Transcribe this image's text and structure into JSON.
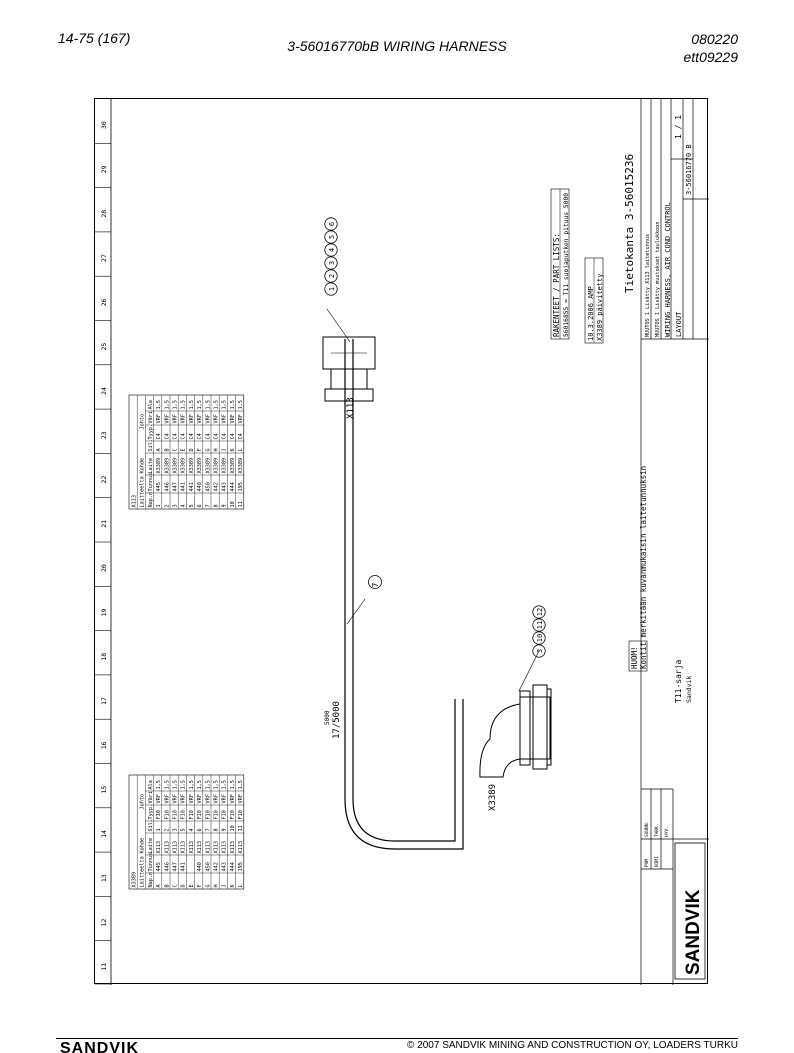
{
  "header": {
    "page_ref": "14-75 (167)",
    "title": "3-56016770bB WIRING HARNESS",
    "date": "080220",
    "doc_code": "ett09229"
  },
  "footer": {
    "copyright": "© 2007 SANDVIK MINING AND CONSTRUCTION OY, LOADERS TURKU",
    "logo_text": "SANDVIK"
  },
  "drawing": {
    "ruler_numbers": [
      "11",
      "12",
      "13",
      "14",
      "15",
      "16",
      "17",
      "18",
      "19",
      "20",
      "21",
      "22",
      "23",
      "24",
      "25",
      "26",
      "27",
      "28",
      "29",
      "30"
    ],
    "connectors": {
      "x113": "X113",
      "x3389": "X3389"
    },
    "cable_length": "17/5000",
    "cable_length_small": "5000",
    "callout_circle_7": "7",
    "callouts_x113": [
      "1",
      "2",
      "3",
      "4",
      "5",
      "6"
    ],
    "callouts_x3389": [
      "3",
      "10",
      "11",
      "12"
    ],
    "note": {
      "title": "HUOM!",
      "text": "Kontit merkitään kuvanmukaisin laitetunnuksin"
    },
    "parts": {
      "title": "RAKENTEET / PART LISTS:",
      "line1": "56016855 = T11 suojaputken pituus 5000"
    },
    "amp": {
      "line1": "10.3.2006 AMP",
      "line2": "X3389 päivitetty"
    },
    "db": "Tietokanta 3-56015236",
    "series": {
      "line1": "T11-sarja",
      "line2": "Sandvik"
    },
    "logo": "SANDVIK",
    "title_block": {
      "name": "WIRING HARNESS, AIR COND CONTROL",
      "layout": "LAYOUT",
      "sheet": "1 / 1",
      "number": "3-56016770 B",
      "rev1": "MUUTOS 1  Lisätty X113 laitetunnus",
      "rev2": "MUUTOS 1  Lisätty muutokset taulukkoon",
      "small_cells": [
        "SUUNN.",
        "TARK.",
        "HYV.",
        "PVM",
        "NIMI"
      ]
    },
    "table_x113": {
      "title": "X113",
      "group_from": "Laitteelta",
      "group_to": "Kohde",
      "group_wire": "Johto",
      "columns": [
        "Nap.n",
        "Tunnus",
        "Laite",
        "Sil.",
        "Tyyp.",
        "Väri",
        "Ala"
      ],
      "rows": [
        [
          "1",
          "445",
          "X3389",
          "A",
          "C4",
          "VRF",
          "1,5"
        ],
        [
          "2",
          "446",
          "X3389",
          "B",
          "C4",
          "VRF",
          "1,5"
        ],
        [
          "3",
          "447",
          "X3389",
          "C",
          "C4",
          "VRF",
          "1,5"
        ],
        [
          "4",
          "441",
          "X3389",
          "E",
          "C4",
          "VRF",
          "1,5"
        ],
        [
          "5",
          "441",
          "X3389",
          "D",
          "C4",
          "VRF",
          "1,5"
        ],
        [
          "6",
          "440",
          "X3389",
          "F",
          "C4",
          "VRF",
          "1,5"
        ],
        [
          "7",
          "450",
          "X3389",
          "G",
          "C4",
          "VRF",
          "1,5"
        ],
        [
          "8",
          "442",
          "X3389",
          "H",
          "C4",
          "VRF",
          "1,5"
        ],
        [
          "9",
          "443",
          "X3389",
          "J",
          "C4",
          "VRF",
          "1,5"
        ],
        [
          "10",
          "444",
          "X3389",
          "K",
          "C4",
          "VRF",
          "1,5"
        ],
        [
          "11",
          "195",
          "X3389",
          "L",
          "C4",
          "VRF",
          "1,5"
        ]
      ]
    },
    "table_x3389": {
      "title": "X3389",
      "group_from": "Laitteelta",
      "group_to": "Kohde",
      "group_wire": "Johto",
      "columns": [
        "Nap.n",
        "Tunnus",
        "Laite",
        "Sil.",
        "Tyyp.",
        "Väri",
        "Ala"
      ],
      "rows": [
        [
          "A",
          "445",
          "X113",
          "1",
          "F10",
          "VRF",
          "1,5"
        ],
        [
          "B",
          "446",
          "X113",
          "2",
          "F10",
          "VRF",
          "1,5"
        ],
        [
          "C",
          "447",
          "X113",
          "3",
          "F10",
          "VRF",
          "1,5"
        ],
        [
          "D",
          "441",
          "X113",
          "5",
          "F10",
          "VRF",
          "1,5"
        ],
        [
          "E",
          "",
          "X113",
          "4",
          "F10",
          "VRF",
          "1,5"
        ],
        [
          "F",
          "440",
          "X113",
          "6",
          "F10",
          "VRF",
          "1,5"
        ],
        [
          "G",
          "450",
          "X113",
          "7",
          "F10",
          "VRF",
          "1,5"
        ],
        [
          "H",
          "442",
          "X113",
          "8",
          "F10",
          "VRF",
          "1,5"
        ],
        [
          "J",
          "443",
          "X113",
          "9",
          "F10",
          "VRF",
          "1,5"
        ],
        [
          "K",
          "444",
          "X113",
          "10",
          "F10",
          "VRF",
          "1,5"
        ],
        [
          "L",
          "195",
          "X113",
          "11",
          "F10",
          "VRF",
          "1,5"
        ]
      ]
    }
  }
}
